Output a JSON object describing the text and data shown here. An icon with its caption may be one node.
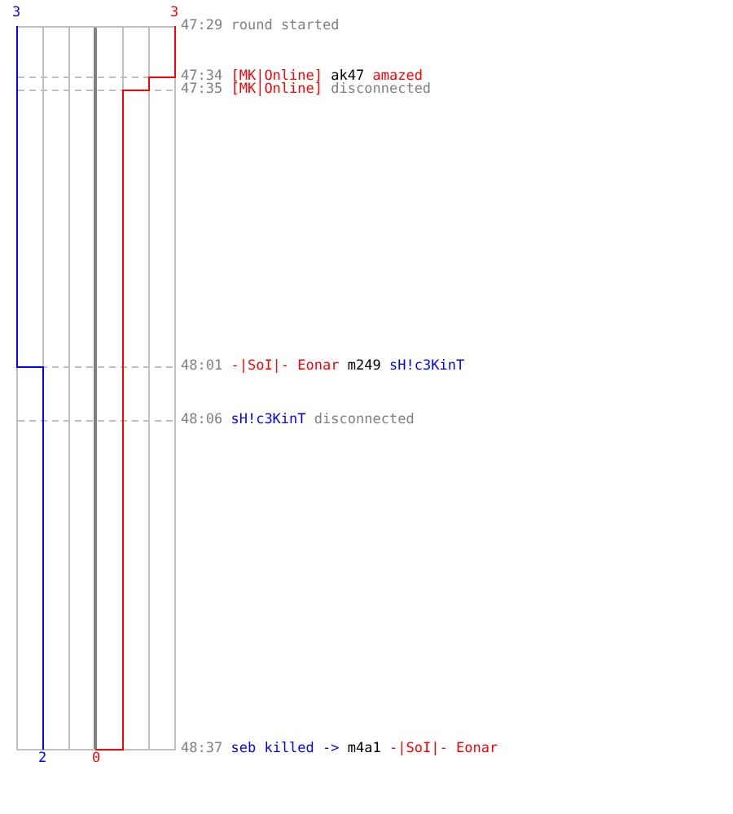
{
  "diagram": {
    "labels": [
      "3",
      "3",
      "47:29 round started",
      "47:34 [MK|Online] ak47 amazed",
      "47:35 [MK|Online] disconnected",
      "48:01 -|SoI|- Eonar m249 sH!c3KinT",
      "48:06 sH!c3KinT disconnected",
      "48:37 seb killed -> m4a1 -|SoI|- Eonar",
      "2",
      "0"
    ]
  }
}
